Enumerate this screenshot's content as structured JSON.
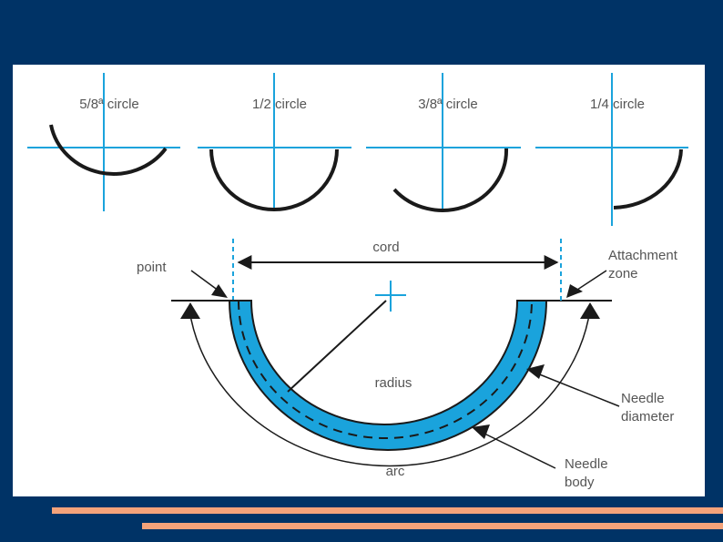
{
  "slide": {
    "background": "#003366",
    "accent_bar_color": "#f4a37a"
  },
  "diagram": {
    "circle_labels": [
      "5/8ª circle",
      "1/2 circle",
      "3/8ª circle",
      "1/4 circle"
    ],
    "labels": {
      "cord": "cord",
      "point": "point",
      "attachment_zone_line1": "Attachment",
      "attachment_zone_line2": "zone",
      "radius": "radius",
      "arc": "arc",
      "needle_diameter_line1": "Needle",
      "needle_diameter_line2": "diameter",
      "needle_body_line1": "Needle",
      "needle_body_line2": "body"
    },
    "colors": {
      "guide_lines": "#1aa3dc",
      "needle_fill": "#1aa3dc",
      "stroke": "#1a1a1a",
      "label_text": "#555555"
    }
  }
}
